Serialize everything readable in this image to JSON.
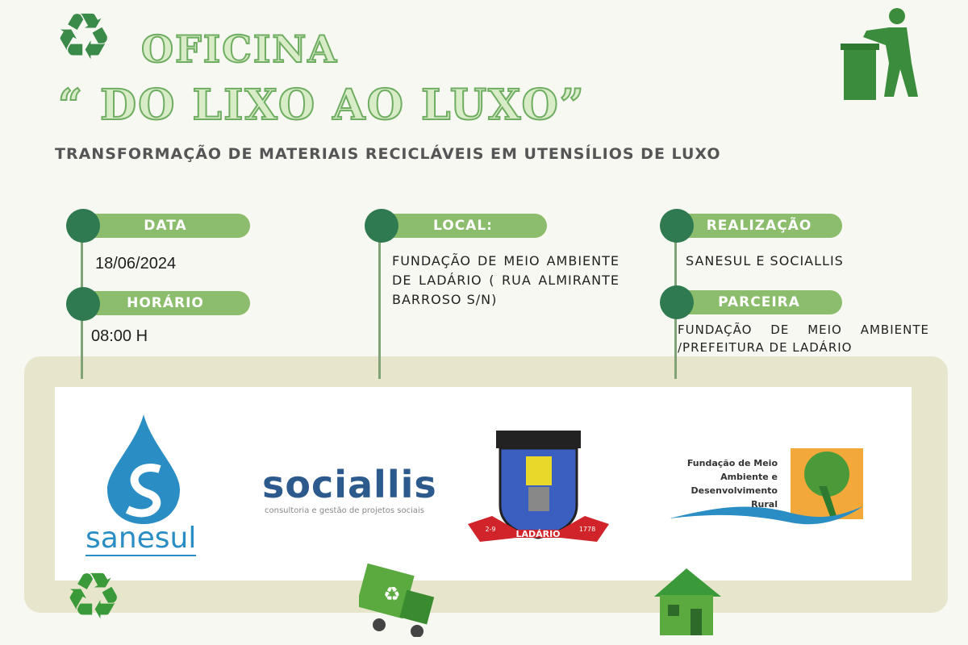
{
  "header": {
    "title_line1": "OFICINA",
    "title_line2": "“ DO LIXO AO LUXO”",
    "subtitle": "TRANSFORMAÇÃO DE MATERIAIS RECICLÁVEIS EM UTENSÍLIOS DE LUXO"
  },
  "info": {
    "date_label": "DATA",
    "date_value": "18/06/2024",
    "time_label": "HORÁRIO",
    "time_value": "08:00 H",
    "location_label": "LOCAL:",
    "location_value": "FUNDAÇÃO DE MEIO AMBIENTE DE LADÁRIO ( RUA ALMIRANTE BARROSO S/N)",
    "organizer_label": "REALIZAÇÃO",
    "organizer_value": "SANESUL E SOCIALLIS",
    "partner_label": "PARCEIRA",
    "partner_value": "FUNDAÇÃO DE MEIO AMBIENTE /PREFEITURA DE LADÁRIO"
  },
  "logos": {
    "sanesul": "sanesul",
    "sociallis": "sociallis",
    "sociallis_tagline": "consultoria e gestão de projetos sociais",
    "ladario": "LADÁRIO",
    "ladario_left": "2-9",
    "ladario_right": "1778",
    "fundacao": "Fundação de Meio Ambiente e Desenvolvimento Rural"
  },
  "colors": {
    "dark_green": "#2f7a50",
    "light_green": "#8cbd6c",
    "band": "#e7e5cc",
    "title_stroke": "#6fae62",
    "sanesul_blue": "#2a8ec4",
    "sociallis_blue": "#2c5a8c"
  }
}
